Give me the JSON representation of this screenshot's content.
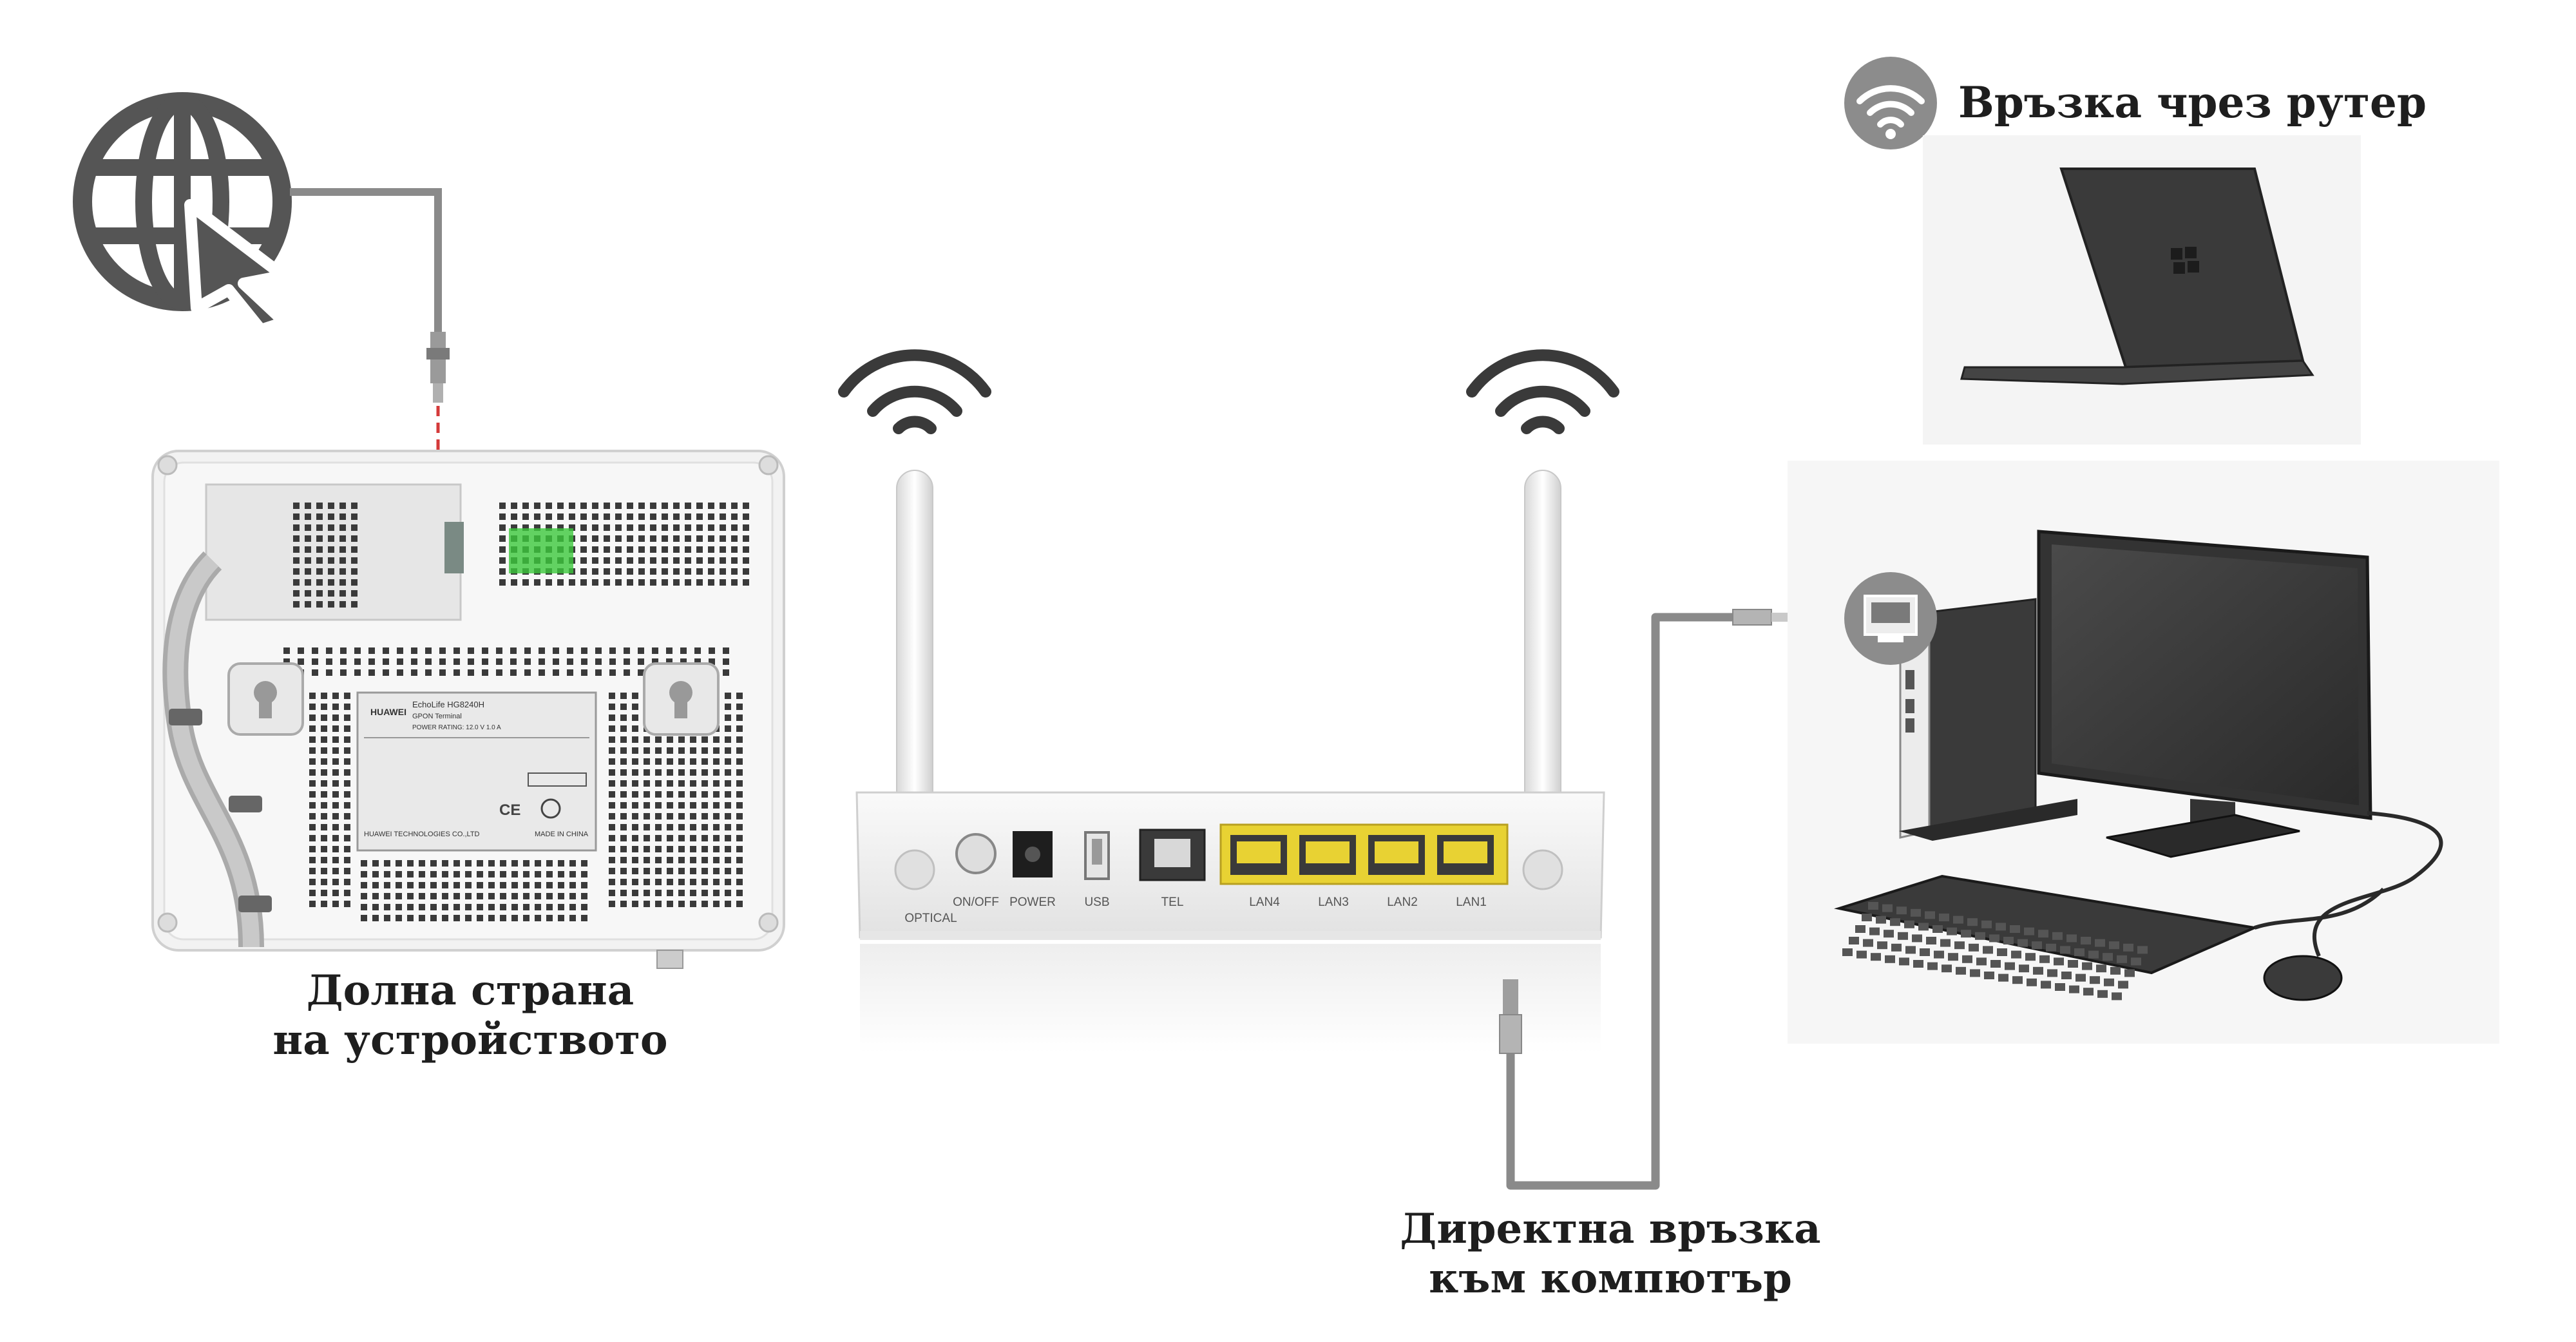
{
  "labels": {
    "wifi_connection": "Връзка чрез рутер",
    "bottom_side_line1": "Долна страна",
    "bottom_side_line2": "на устройството",
    "direct_line1": "Директна връзка",
    "direct_line2": "към компютър"
  },
  "router_ports": [
    "OPTICAL",
    "ON/OFF",
    "POWER",
    "USB",
    "TEL",
    "LAN4",
    "LAN3",
    "LAN2",
    "LAN1"
  ],
  "device_label": {
    "brand": "HUAWEI",
    "model": "EchoLife HG8240H",
    "type": "GPON Terminal",
    "power": "POWER RATING: 12.0 V 1.0 A",
    "maker": "HUAWEI TECHNOLOGIES CO.,LTD",
    "origin": "MADE IN CHINA"
  },
  "colors": {
    "icon_gray": "#555555",
    "badge_gray": "#8c8c8c",
    "cable_gray": "#8a8a8a",
    "lan_yellow": "#e8d233",
    "led_green": "#3cc83c",
    "fiber_red": "#d43a3a"
  },
  "icons": [
    "globe-cursor-icon",
    "wifi-icon",
    "ethernet-icon",
    "computer-icon",
    "laptop-icon"
  ]
}
